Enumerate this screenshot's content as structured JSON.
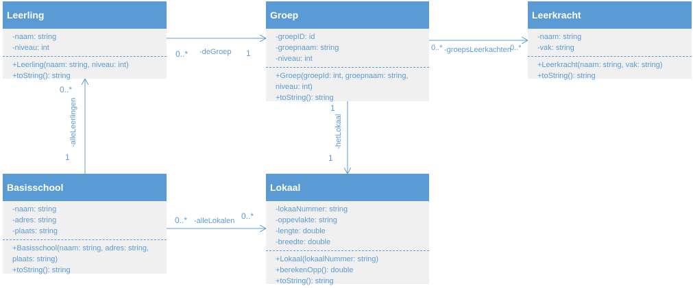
{
  "classes": {
    "leerling": {
      "name": "Leerling",
      "attributes": [
        "-naam: string",
        "-niveau: int"
      ],
      "methods": [
        "+Leerling(naam: string, niveau: int)",
        "+toString(): string"
      ]
    },
    "groep": {
      "name": "Groep",
      "attributes": [
        "-groepID: id",
        "-groepnaam: string",
        "-niveau: int"
      ],
      "methods": [
        "+Groep(groepId: int, groepnaam: string,\nniveau: int)",
        "+toString(): string"
      ]
    },
    "leerkracht": {
      "name": "Leerkracht",
      "attributes": [
        "-naam: string",
        "-vak: string"
      ],
      "methods": [
        "+Leerkracht(naam: string, vak: string)",
        "+toString(): string"
      ]
    },
    "basisschool": {
      "name": "Basisschool",
      "attributes": [
        "-naam: string",
        "-adres: string",
        "-plaats: string"
      ],
      "methods": [
        "+Basisschool(naam: string, adres: string,\nplaats: string)",
        "+toString(): string"
      ]
    },
    "lokaal": {
      "name": "Lokaal",
      "attributes": [
        "-lokaaNummer: string",
        "-oppevlakte: string",
        "-lengte: double",
        "-breedte: double"
      ],
      "methods": [
        "+Lokaal(lokaalNummer: string)",
        "+berekenOpp(): double",
        "+toString(): string"
      ]
    }
  },
  "associations": {
    "leerling_groep": {
      "role": "-deGroep",
      "source_mult": "0..*",
      "target_mult": "1"
    },
    "groep_leerkracht": {
      "role": "-groepsLeerkachten",
      "source_mult": "0..*",
      "target_mult": "0..*"
    },
    "basisschool_leerling": {
      "role": "-alleLeerlingen",
      "source_mult": "1",
      "target_mult": "0..*"
    },
    "groep_lokaal": {
      "role": "-hetLokaal",
      "source_mult": "1",
      "target_mult": "1"
    },
    "basisschool_lokaal": {
      "role": "-alleLokalen",
      "source_mult": "0..*",
      "target_mult": "0..*"
    }
  }
}
